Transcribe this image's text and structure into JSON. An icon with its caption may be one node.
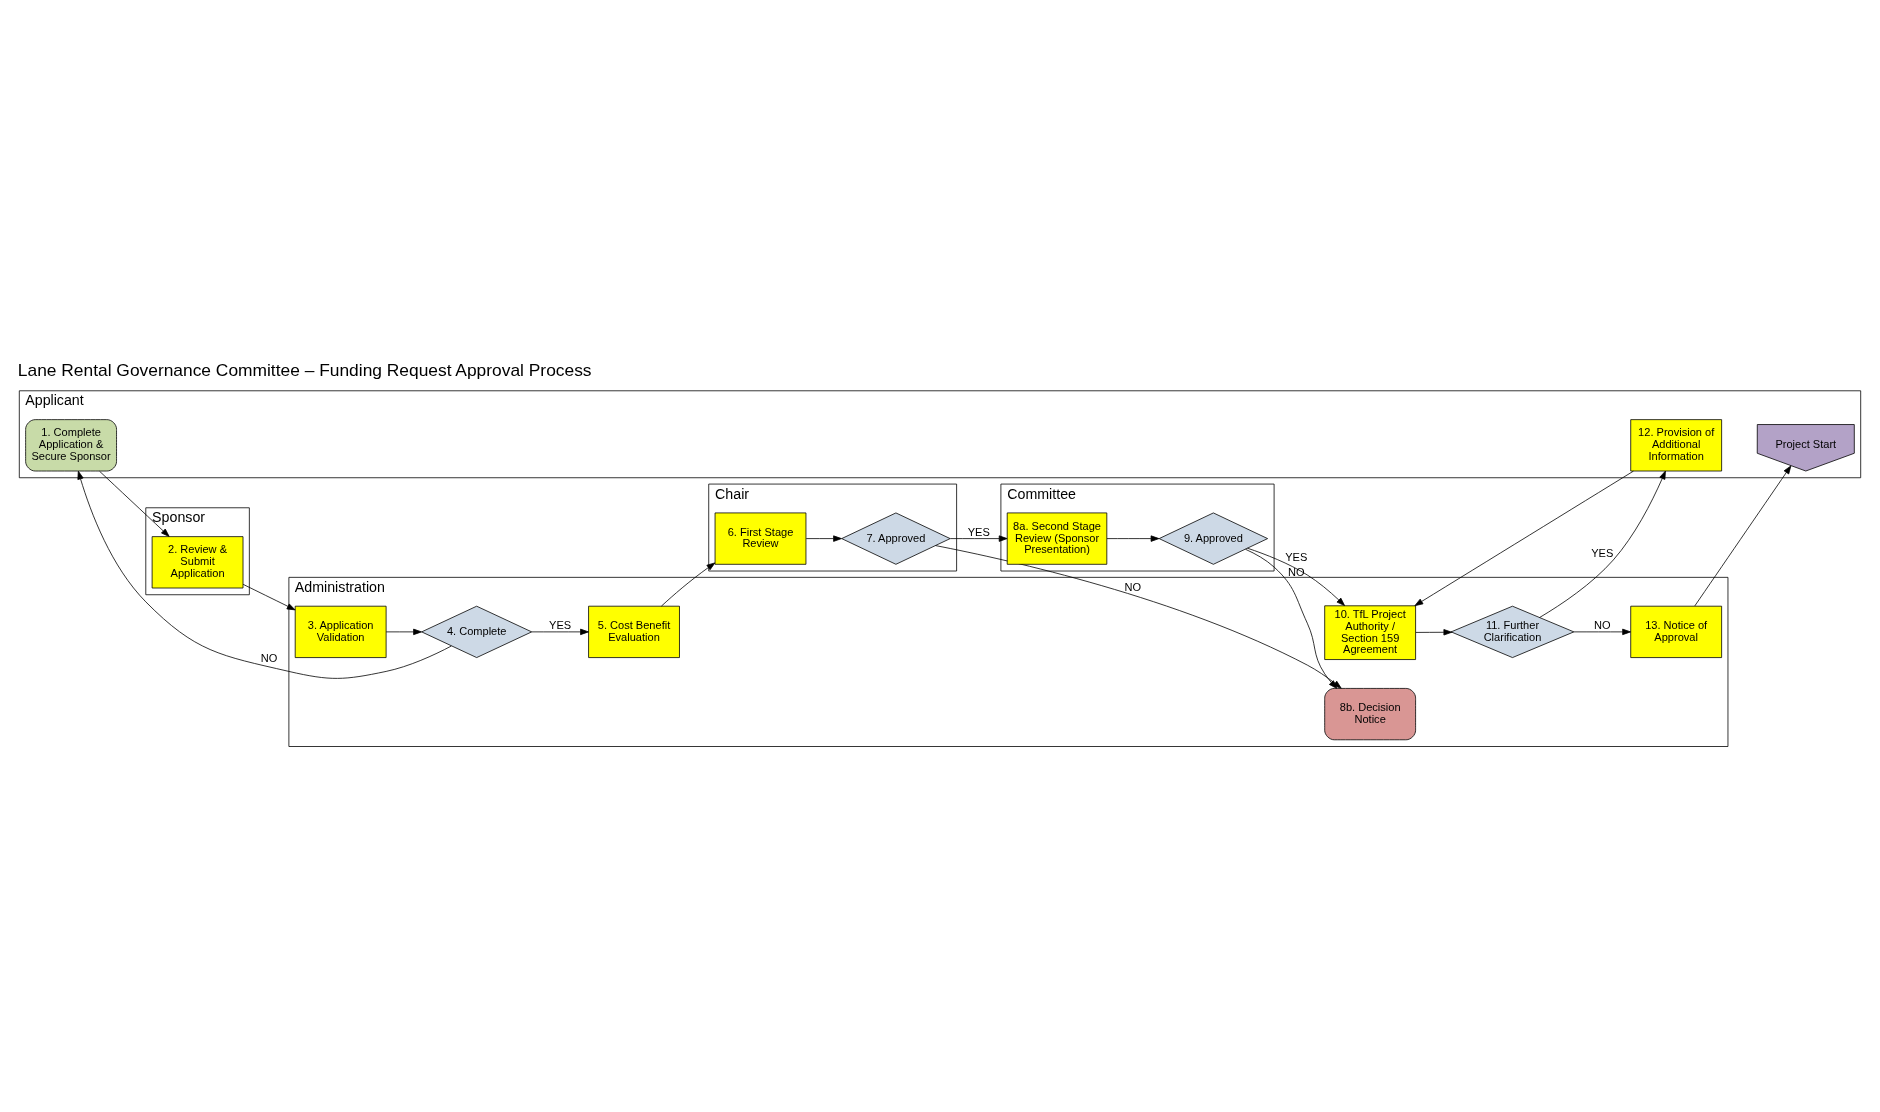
{
  "diagram": {
    "title": "Lane Rental Governance Committee – Funding Request Approval Process",
    "nodes": [
      {
        "text": [
          "Applicant"
        ]
      },
      {
        "text": [
          "Sponsor"
        ]
      },
      {
        "text": [
          "Administration"
        ]
      },
      {
        "text": [
          "Chair"
        ]
      },
      {
        "text": [
          "Committee"
        ]
      },
      {
        "text": [
          "1. Complete Application & Secure Sponsor"
        ],
        "in": 0
      },
      {
        "text": [
          "12. Provision of Additional Information"
        ],
        "in": 0
      },
      {
        "text": [
          "Project Start"
        ],
        "in": 0
      },
      {
        "text": [
          "2. Review & Submit Application"
        ],
        "in": 1
      },
      {
        "text": [
          "3. Application Validation"
        ],
        "in": 2
      },
      {
        "text": [
          "4. Complete"
        ],
        "in": 2
      },
      {
        "text": [
          "5. Cost Benefit Evaluation"
        ],
        "in": 2
      },
      {
        "text": [
          "8b. Decision Notice"
        ],
        "in": 2
      },
      {
        "text": [
          "10. TfL Project Authority / Section 159 Agreement"
        ],
        "in": 2
      },
      {
        "text": [
          "11. Further Clarification"
        ],
        "in": 2
      },
      {
        "text": [
          "13. Notice of Approval"
        ],
        "in": 2
      },
      {
        "text": [
          "6. First Stage Review"
        ],
        "in": 3
      },
      {
        "text": [
          "7. Approved"
        ],
        "in": 3
      },
      {
        "text": [
          "8a. Second Stage Review (Sponsor Presentation)"
        ],
        "in": 4
      },
      {
        "text": [
          "9. Approved"
        ],
        "in": 4
      }
    ],
    "edges": [
      {
        "from": 5,
        "to": 8,
        "arrow": "to"
      },
      {
        "from": 8,
        "to": 9,
        "arrow": "to"
      },
      {
        "from": 9,
        "to": 10,
        "arrow": "to"
      },
      {
        "from": 10,
        "to": 5,
        "arrow": "to",
        "label": "NO"
      },
      {
        "from": 10,
        "to": 11,
        "arrow": "to",
        "label": "YES"
      },
      {
        "from": 11,
        "to": 16,
        "arrow": "to"
      },
      {
        "from": 16,
        "to": 17,
        "arrow": "to"
      },
      {
        "from": 17,
        "to": 12,
        "arrow": "to",
        "label": "NO"
      },
      {
        "from": 17,
        "to": 18,
        "arrow": "to",
        "label": "YES"
      },
      {
        "from": 18,
        "to": 19,
        "arrow": "to"
      },
      {
        "from": 19,
        "to": 12,
        "arrow": "to",
        "label": "NO"
      },
      {
        "from": 19,
        "to": 13,
        "arrow": "to",
        "label": "YES"
      },
      {
        "from": 6,
        "to": 13,
        "arrow": "to"
      },
      {
        "from": 13,
        "to": 14,
        "arrow": "to"
      },
      {
        "from": 14,
        "to": 6,
        "arrow": "to",
        "label": "YES"
      },
      {
        "from": 14,
        "to": 15,
        "arrow": "to",
        "label": "NO"
      },
      {
        "from": 15,
        "to": 7,
        "arrow": "to"
      }
    ]
  }
}
